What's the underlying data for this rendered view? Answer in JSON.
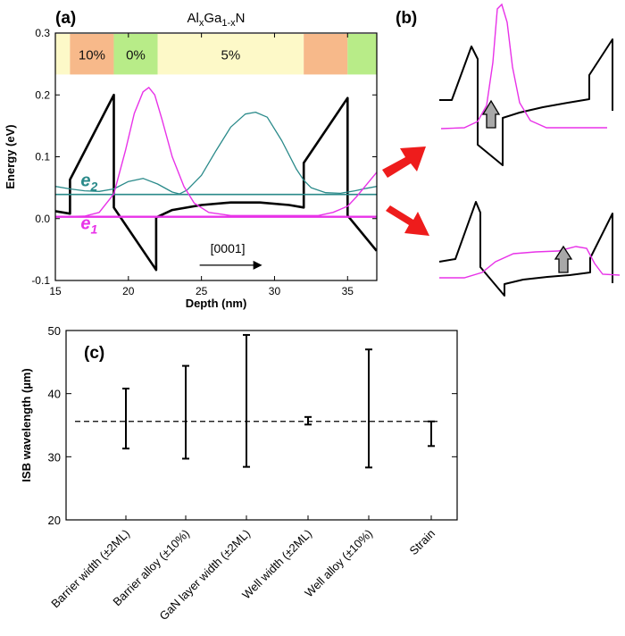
{
  "chart_data": [
    {
      "panel": "(a)",
      "type": "line",
      "title_parts": {
        "base1": "Al",
        "sub1": "x",
        "base2": "Ga",
        "sub2": "1-x",
        "base3": "N"
      },
      "xlabel": "Depth (nm)",
      "ylabel": "Energy (eV)",
      "xlim": [
        15,
        37
      ],
      "ylim": [
        -0.1,
        0.3
      ],
      "xticks": [
        "15",
        "20",
        "25",
        "30",
        "35"
      ],
      "yticks": [
        "-0.1",
        "0.0",
        "0.1",
        "0.2",
        "0.3"
      ],
      "alloy_regions": [
        {
          "x0": 15.0,
          "x1": 16.0,
          "color": "#fdf9c8",
          "label": ""
        },
        {
          "x0": 16.0,
          "x1": 19.0,
          "color": "#f7b98a",
          "label": "10%"
        },
        {
          "x0": 19.0,
          "x1": 22.0,
          "color": "#b8ec88",
          "label": "0%"
        },
        {
          "x0": 22.0,
          "x1": 32.0,
          "color": "#fdf9c8",
          "label": "5%"
        },
        {
          "x0": 32.0,
          "x1": 35.0,
          "color": "#f7b98a",
          "label": ""
        },
        {
          "x0": 35.0,
          "x1": 37.0,
          "color": "#b8ec88",
          "label": ""
        }
      ],
      "series": [
        {
          "color": "#000000",
          "segments": [
            [
              [
                15.0,
                0.012
              ],
              [
                16.0,
                0.008
              ],
              [
                16.0,
                0.063
              ],
              [
                19.0,
                0.2
              ],
              [
                19.0,
                0.018
              ],
              [
                21.9,
                -0.083
              ],
              [
                21.9,
                0.002
              ],
              [
                23,
                0.014
              ],
              [
                25,
                0.022
              ],
              [
                27,
                0.026
              ],
              [
                29,
                0.026
              ],
              [
                31,
                0.022
              ],
              [
                32.0,
                0.018
              ],
              [
                32.0,
                0.09
              ],
              [
                35.0,
                0.195
              ],
              [
                35.0,
                0.005
              ],
              [
                36.99,
                -0.052
              ]
            ]
          ]
        },
        {
          "name": "e2-level",
          "color": "#2a8a8a",
          "segments": [
            [
              [
                15.0,
                0.039
              ],
              [
                37.0,
                0.039
              ]
            ]
          ]
        },
        {
          "name": "e2-wavefunction",
          "color": "#2a8a8a",
          "segments": [
            [
              [
                15.0,
                0.052
              ],
              [
                16.0,
                0.048
              ],
              [
                17.0,
                0.045
              ],
              [
                18.0,
                0.044
              ],
              [
                19.0,
                0.048
              ],
              [
                20.0,
                0.06
              ],
              [
                21.0,
                0.065
              ],
              [
                22.0,
                0.056
              ],
              [
                23.0,
                0.043
              ],
              [
                23.5,
                0.04
              ],
              [
                24.0,
                0.046
              ],
              [
                25.0,
                0.07
              ],
              [
                26.0,
                0.11
              ],
              [
                27.0,
                0.148
              ],
              [
                28.0,
                0.169
              ],
              [
                28.7,
                0.172
              ],
              [
                29.5,
                0.164
              ],
              [
                30.5,
                0.126
              ],
              [
                31.5,
                0.08
              ],
              [
                32.0,
                0.062
              ],
              [
                32.5,
                0.05
              ],
              [
                33.5,
                0.042
              ],
              [
                34.5,
                0.041
              ],
              [
                35.5,
                0.045
              ],
              [
                36.3,
                0.049
              ],
              [
                37.0,
                0.052
              ]
            ]
          ]
        },
        {
          "name": "e1-level",
          "color": "#e832e8",
          "segments": [
            [
              [
                15.0,
                0.003
              ],
              [
                37.0,
                0.003
              ]
            ]
          ]
        },
        {
          "name": "e1-wavefunction",
          "color": "#e832e8",
          "segments": [
            [
              [
                15.0,
                0.003
              ],
              [
                17.0,
                0.004
              ],
              [
                18.0,
                0.01
              ],
              [
                19.0,
                0.04
              ],
              [
                19.8,
                0.11
              ],
              [
                20.4,
                0.17
              ],
              [
                21.0,
                0.205
              ],
              [
                21.4,
                0.212
              ],
              [
                21.8,
                0.2
              ],
              [
                22.3,
                0.16
              ],
              [
                23.0,
                0.1
              ],
              [
                23.8,
                0.052
              ],
              [
                24.5,
                0.025
              ],
              [
                25.5,
                0.01
              ],
              [
                27.0,
                0.005
              ],
              [
                33.0,
                0.005
              ],
              [
                34.0,
                0.01
              ],
              [
                35.0,
                0.02
              ],
              [
                35.6,
                0.035
              ],
              [
                36.3,
                0.055
              ],
              [
                37.0,
                0.075
              ]
            ]
          ]
        }
      ],
      "annotations": [
        {
          "text": "e",
          "subscript": "2",
          "x": 16.0,
          "y": 0.052,
          "color": "#2a8a8a"
        },
        {
          "text": "e",
          "subscript": "1",
          "x": 16.0,
          "y": -0.017,
          "color": "#e832e8"
        },
        {
          "text": "[0001]",
          "x": 25.0,
          "y": -0.055,
          "color": "#000000"
        }
      ]
    },
    {
      "panel": "(c)",
      "type": "errorbar",
      "ylabel": "ISB wavelength (µm)",
      "ylim": [
        20,
        50
      ],
      "yticks": [
        "20",
        "30",
        "40",
        "50"
      ],
      "reference_line": 35.6,
      "categories": [
        "Barrier width (±2ML)",
        "Barrier alloy (±10%)",
        "GaN layer width (±2ML)",
        "Well width (±2ML)",
        "Well alloy (±10%)",
        "Strain"
      ],
      "ranges": [
        [
          31.3,
          40.8
        ],
        [
          29.7,
          44.4
        ],
        [
          28.4,
          49.3
        ],
        [
          35.1,
          36.3
        ],
        [
          28.3,
          47.0
        ],
        [
          31.7,
          35.6
        ]
      ]
    }
  ],
  "panel_b": {
    "label": "(b)",
    "arrow_color": "#ee1c1c"
  }
}
